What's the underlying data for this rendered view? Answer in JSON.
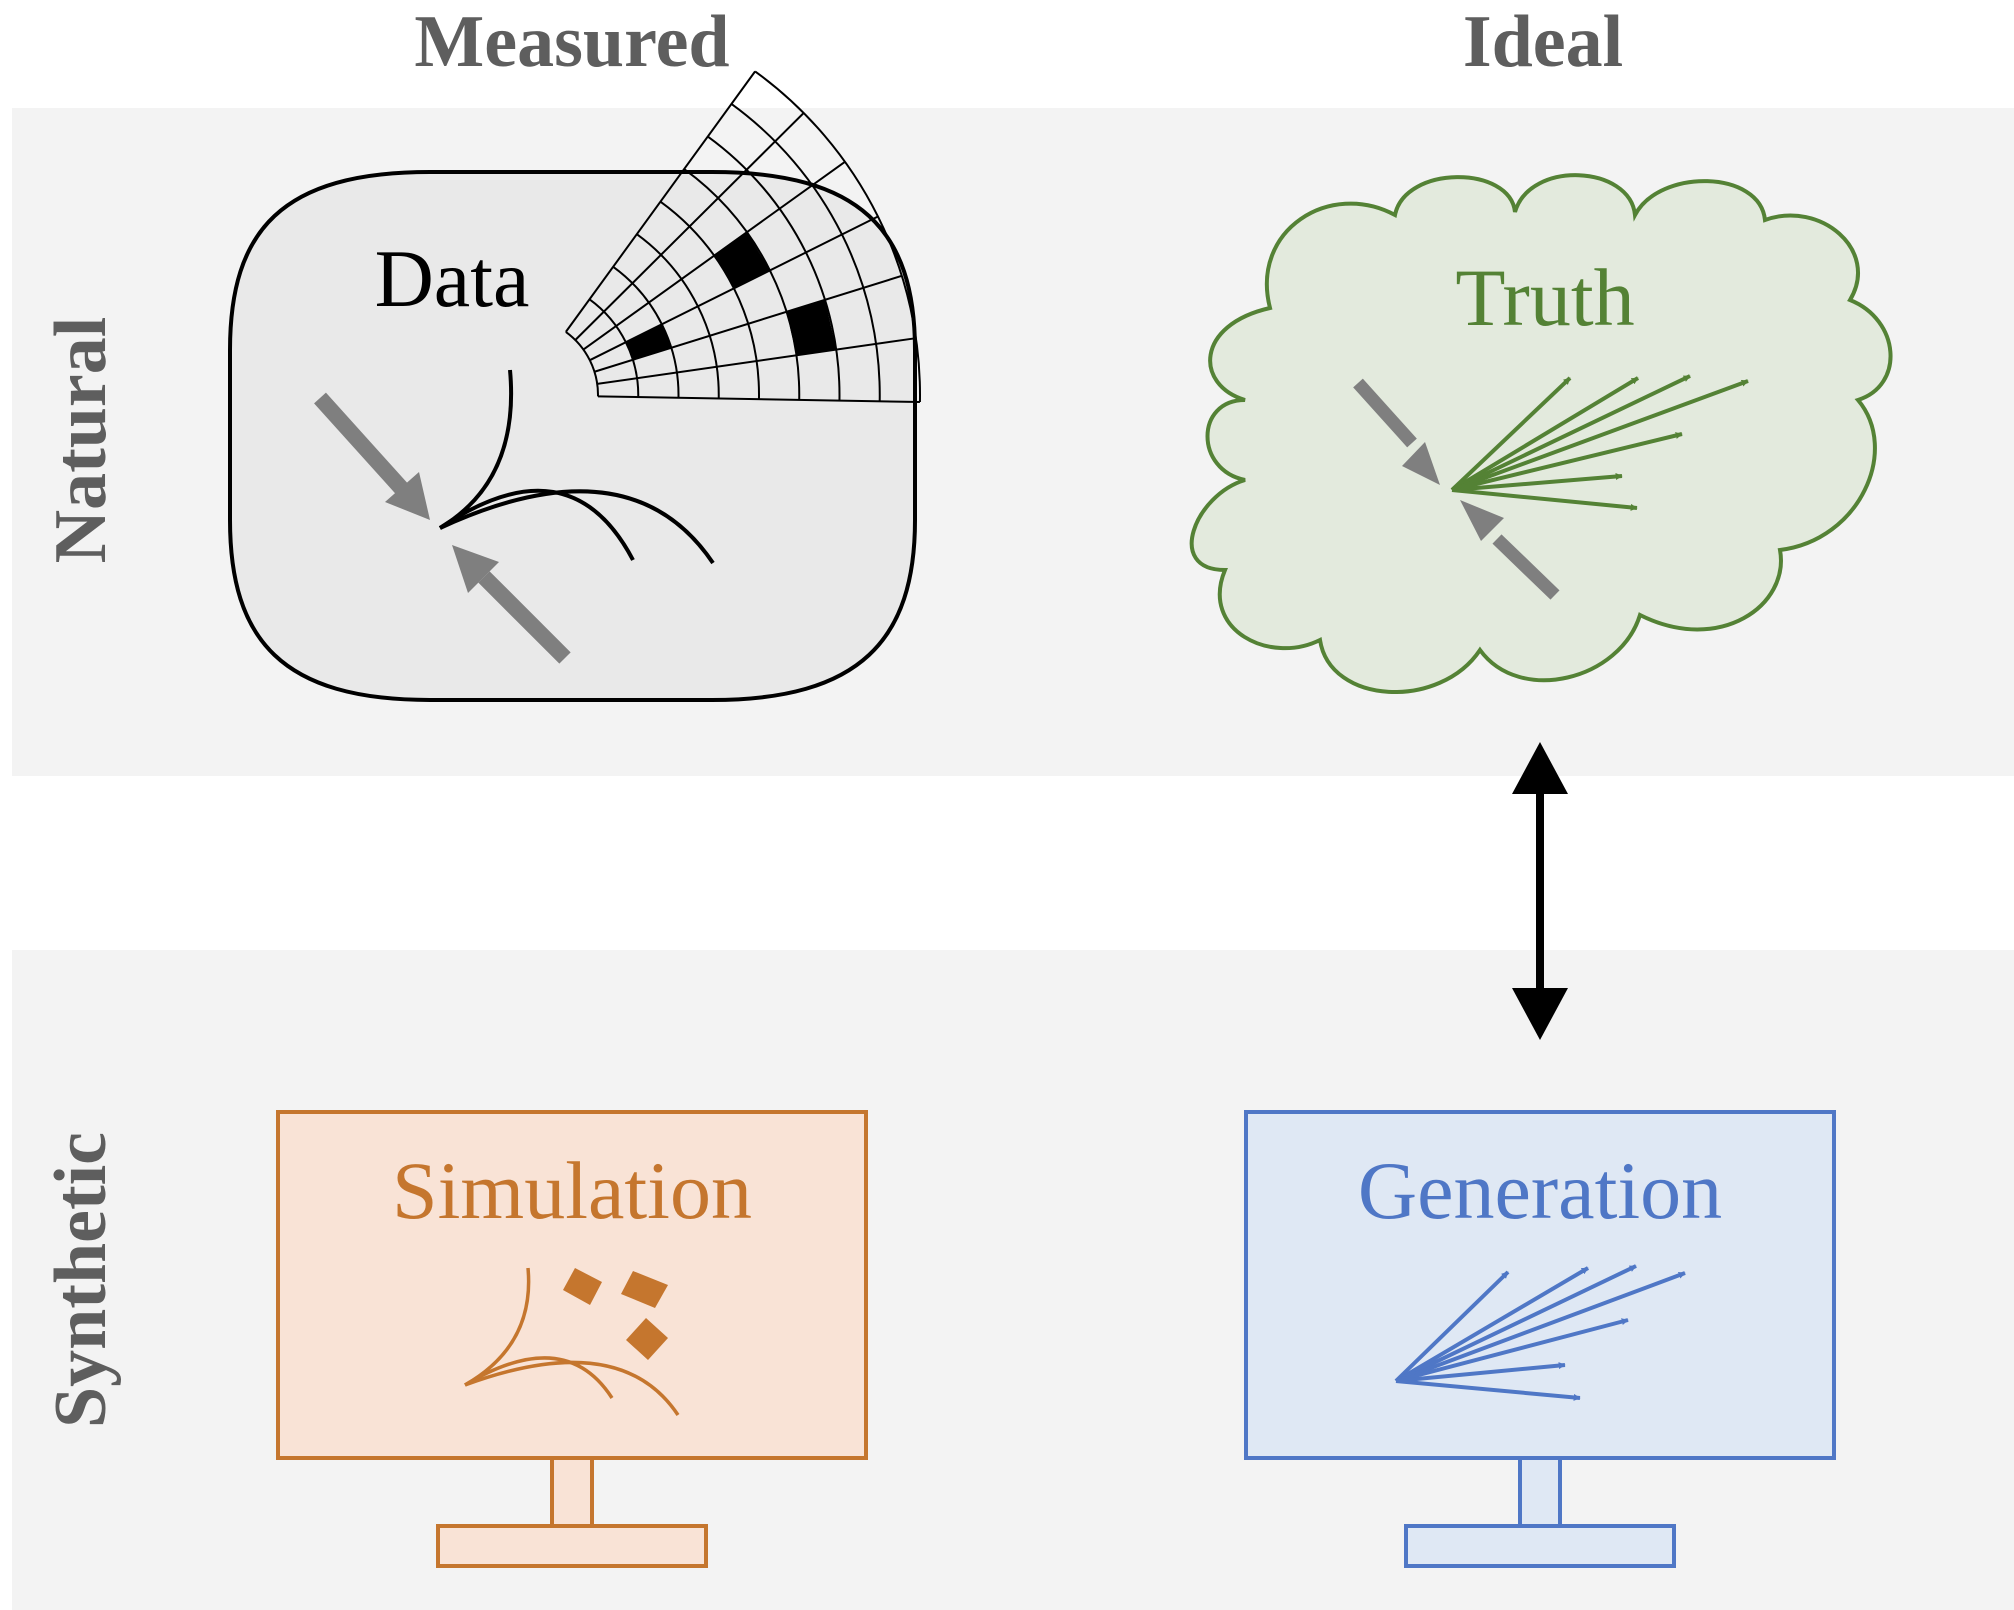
{
  "columns": {
    "measured": "Measured",
    "ideal": "Ideal"
  },
  "rows": {
    "natural": "Natural",
    "synthetic": "Synthetic"
  },
  "boxes": {
    "data": "Data",
    "truth": "Truth",
    "simulation": "Simulation",
    "generation": "Generation"
  },
  "colors": {
    "band": "#f3f3f3",
    "header_text": "#5e5e5e",
    "data_fill": "#e9e9e9",
    "beam_arrow": "#7f7f7f",
    "truth_stroke": "#548235",
    "truth_fill": "#e3eadd",
    "simulation_stroke": "#c5762e",
    "simulation_fill": "#f9e3d6",
    "generation_stroke": "#4f77c6",
    "generation_fill": "#dfe8f4",
    "link_arrow": "#000000"
  },
  "icons": {
    "link": "double-headed-arrow"
  }
}
